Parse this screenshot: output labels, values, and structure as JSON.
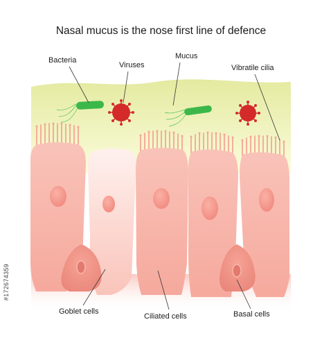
{
  "title": "Nasal mucus is the nose first line of defence",
  "labels": {
    "bacteria": "Bacteria",
    "viruses": "Viruses",
    "mucus": "Mucus",
    "vibratile_cilia": "Vibratile cilia",
    "goblet_cells": "Goblet cells",
    "ciliated_cells": "Ciliated cells",
    "basal_cells": "Basal cells"
  },
  "stock_id": "#172674359",
  "colors": {
    "mucus": "#f2f4b8",
    "cell_fill": "#f7b3a8",
    "cell_light": "#fde4e0",
    "nucleus": "#f48f85",
    "bacteria": "#3cb84a",
    "virus": "#d42a2a",
    "cilia": "#f6a89c"
  }
}
